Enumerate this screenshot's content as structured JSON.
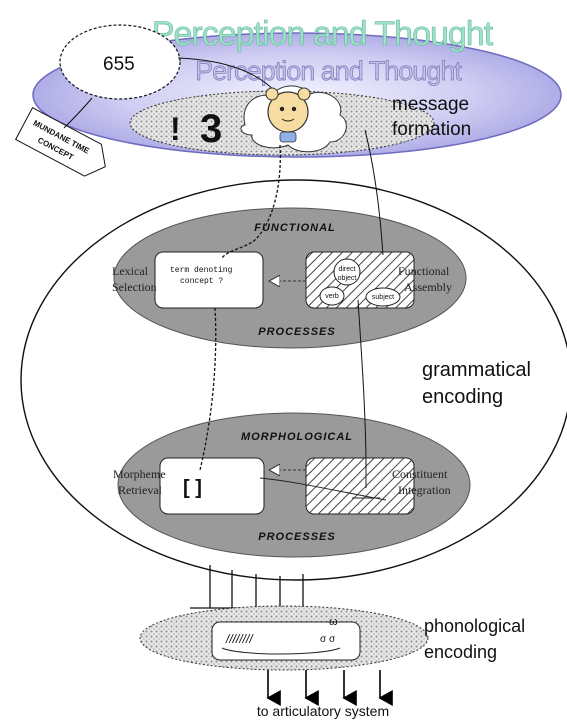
{
  "title": {
    "ghost": "Perception and Thought",
    "main": "Perception and Thought"
  },
  "top_level": {
    "bubble_number": "655",
    "exclaim": "!",
    "numeral": "3",
    "message_formation": [
      "message",
      "formation"
    ],
    "tag_text": [
      "MUNDANE TIME",
      "CONCEPT"
    ]
  },
  "grammatical_encoding": {
    "label": [
      "grammatical",
      "encoding"
    ],
    "functional": {
      "header": "FUNCTIONAL",
      "footer": "PROCESSES",
      "lexical_selection": [
        "Lexical",
        "Selection"
      ],
      "functional_assembly": [
        "Functional",
        "Assembly"
      ],
      "lexical_box_text": [
        "term denoting",
        "concept ?"
      ],
      "nodes": {
        "direct": "direct",
        "object": "object",
        "verb": "verb",
        "subject": "subject"
      }
    },
    "morphological": {
      "header": "MORPHOLOGICAL",
      "footer": "PROCESSES",
      "morpheme_retrieval": [
        "Morpheme",
        "Retrieval"
      ],
      "constituent_integration": [
        "Constituent",
        "Integration"
      ],
      "slot_text": "[ ]"
    }
  },
  "phonological": {
    "label": [
      "phonological",
      "encoding"
    ],
    "omega": "ω",
    "box_marks": "////////",
    "sigma_marks": "σ   σ"
  },
  "footer": {
    "label": "to articulatory system"
  },
  "colors": {
    "top_ellipse_fill": "#b9b7ec",
    "ghost_title": "#9fe0c9",
    "gray_fill": "#9a9a9a",
    "dot_fill": "#c8c8c8"
  }
}
